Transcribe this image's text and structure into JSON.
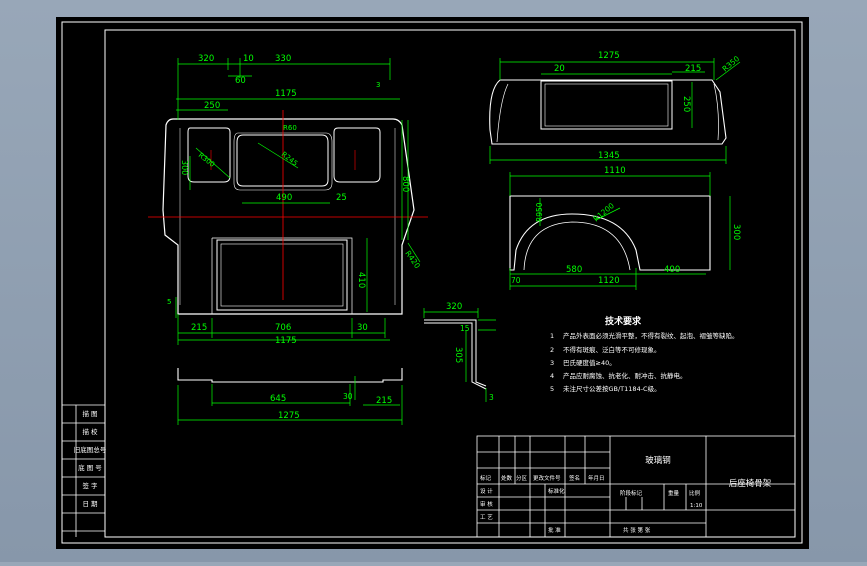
{
  "colors": {
    "background": "#8a9aad",
    "canvas": "#000000",
    "frame": "#ffffff",
    "dimension": "#00ff00",
    "centerline": "#ff0000",
    "geometry": "#ffffff",
    "text": "#ffffff",
    "tech_text": "#ffffff"
  },
  "front_view": {
    "dims": {
      "top_320": "320",
      "top_10": "10",
      "top_330": "330",
      "top_60": "60",
      "top_3": "3",
      "width_1175": "1175",
      "top_250": "250",
      "r_60": "R60",
      "hole_300": "300",
      "r_300": "R300",
      "r_245": "R245",
      "dim_490": "490",
      "dim_25": "25",
      "height_800": "800",
      "r_420": "R420",
      "dim_410": "410",
      "dim_5": "5",
      "bottom_215": "215",
      "bottom_706": "706",
      "bottom_30": "30",
      "bottom_1175": "1175"
    }
  },
  "plan_view": {
    "dims": {
      "d_645": "645",
      "d_30": "30",
      "d_215": "215",
      "d_1275": "1275"
    }
  },
  "side_view": {
    "dims": {
      "top_1275": "1275",
      "top_20": "20",
      "top_215": "215",
      "r_350": "R350",
      "h_250": "250",
      "bottom_1345": "1345"
    }
  },
  "arch_view": {
    "dims": {
      "top_1110": "1110",
      "r_950": "R950",
      "r_1200": "R1200",
      "height_300": "300",
      "d_70": "70",
      "d_580": "580",
      "d_1120": "1120",
      "d_400": "400"
    }
  },
  "section_view": {
    "dims": {
      "d_320": "320",
      "d_15": "15",
      "d_305": "305",
      "d_3": "3"
    }
  },
  "tech_requirements": {
    "title": "技术要求",
    "items": [
      {
        "num": "1",
        "text": "产品外表面必须光滑平整，不得有裂纹、起泡、褶皱等缺陷。"
      },
      {
        "num": "2",
        "text": "不得有斑痕、泛白等不可修现象。"
      },
      {
        "num": "3",
        "text": "巴氏硬度值≥40。"
      },
      {
        "num": "4",
        "text": "产品应耐腐蚀、抗老化、耐冲击、抗静电。"
      },
      {
        "num": "5",
        "text": "未注尺寸公差按GB/T1184-C级。"
      }
    ]
  },
  "left_strip": {
    "rows": [
      "描 图",
      "描 校",
      "旧底图总号",
      "底 图 号",
      "签 字",
      "日 期"
    ]
  },
  "title_block": {
    "material": "玻璃钢",
    "part_name": "后座椅骨架",
    "header_labels": [
      "标记",
      "处数",
      "分区",
      "更改文件号",
      "签名",
      "年月日"
    ],
    "row_labels": [
      "设 计",
      "标准化",
      "审 核",
      "工 艺",
      "批 准"
    ],
    "mid_labels": [
      "阶段标记",
      "重量",
      "比例"
    ],
    "scale": "1:10",
    "sheet": "共 张 第 张"
  }
}
